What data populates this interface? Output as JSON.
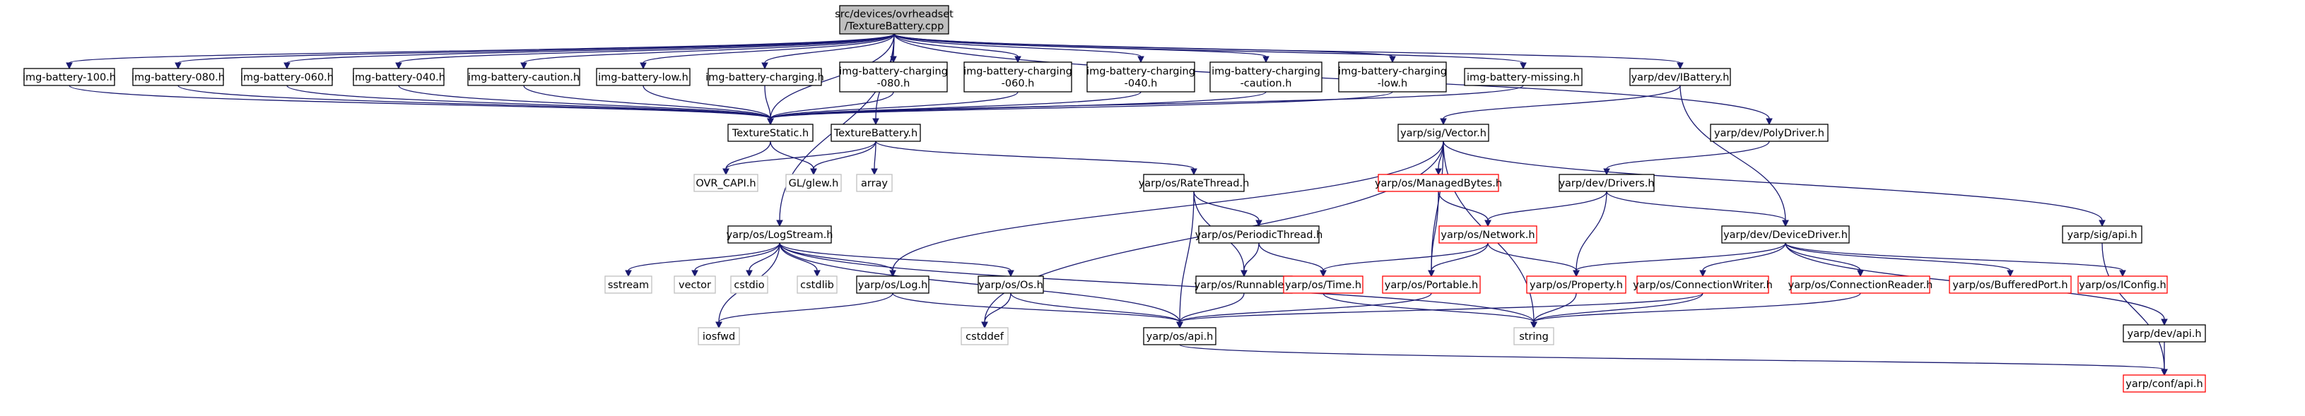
{
  "colors": {
    "edge": "#191970",
    "root_fill": "#bfbfbf",
    "normal_border": "#000000",
    "truncated_border": "#ff0000",
    "system_border": "#bfbfbf",
    "system_text": "#404040"
  },
  "nodes": {
    "root": {
      "lines": [
        "src/devices/ovrheadset",
        "/TextureBattery.cpp"
      ],
      "kind": "root"
    },
    "b100": {
      "lines": [
        "img-battery-100.h"
      ],
      "kind": "normal"
    },
    "b080": {
      "lines": [
        "img-battery-080.h"
      ],
      "kind": "normal"
    },
    "b060": {
      "lines": [
        "img-battery-060.h"
      ],
      "kind": "normal"
    },
    "b040": {
      "lines": [
        "img-battery-040.h"
      ],
      "kind": "normal"
    },
    "bcaution": {
      "lines": [
        "img-battery-caution.h"
      ],
      "kind": "normal"
    },
    "blow": {
      "lines": [
        "img-battery-low.h"
      ],
      "kind": "normal"
    },
    "bcharging": {
      "lines": [
        "img-battery-charging.h"
      ],
      "kind": "normal"
    },
    "bc080": {
      "lines": [
        "img-battery-charging",
        "-080.h"
      ],
      "kind": "normal"
    },
    "bc060": {
      "lines": [
        "img-battery-charging",
        "-060.h"
      ],
      "kind": "normal"
    },
    "bc040": {
      "lines": [
        "img-battery-charging",
        "-040.h"
      ],
      "kind": "normal"
    },
    "bccaution": {
      "lines": [
        "img-battery-charging",
        "-caution.h"
      ],
      "kind": "normal"
    },
    "bclow": {
      "lines": [
        "img-battery-charging",
        "-low.h"
      ],
      "kind": "normal"
    },
    "bmissing": {
      "lines": [
        "img-battery-missing.h"
      ],
      "kind": "normal"
    },
    "ibattery": {
      "lines": [
        "yarp/dev/IBattery.h"
      ],
      "kind": "normal"
    },
    "polydriver": {
      "lines": [
        "yarp/dev/PolyDriver.h"
      ],
      "kind": "normal"
    },
    "texstatic": {
      "lines": [
        "TextureStatic.h"
      ],
      "kind": "normal"
    },
    "texbattery": {
      "lines": [
        "TextureBattery.h"
      ],
      "kind": "normal"
    },
    "vector": {
      "lines": [
        "yarp/sig/Vector.h"
      ],
      "kind": "normal"
    },
    "ovrcapi": {
      "lines": [
        "OVR_CAPI.h"
      ],
      "kind": "system"
    },
    "glew": {
      "lines": [
        "GL/glew.h"
      ],
      "kind": "system"
    },
    "array": {
      "lines": [
        "array"
      ],
      "kind": "system"
    },
    "ratethread": {
      "lines": [
        "yarp/os/RateThread.h"
      ],
      "kind": "normal"
    },
    "managedbytes": {
      "lines": [
        "yarp/os/ManagedBytes.h"
      ],
      "kind": "truncated"
    },
    "drivers": {
      "lines": [
        "yarp/dev/Drivers.h"
      ],
      "kind": "normal"
    },
    "logstream": {
      "lines": [
        "yarp/os/LogStream.h"
      ],
      "kind": "normal"
    },
    "periodicthread": {
      "lines": [
        "yarp/os/PeriodicThread.h"
      ],
      "kind": "normal"
    },
    "network": {
      "lines": [
        "yarp/os/Network.h"
      ],
      "kind": "truncated"
    },
    "devicedriver": {
      "lines": [
        "yarp/dev/DeviceDriver.h"
      ],
      "kind": "normal"
    },
    "sigapi": {
      "lines": [
        "yarp/sig/api.h"
      ],
      "kind": "normal"
    },
    "sstream": {
      "lines": [
        "sstream"
      ],
      "kind": "system"
    },
    "vectorstd": {
      "lines": [
        "vector"
      ],
      "kind": "system"
    },
    "cstdio": {
      "lines": [
        "cstdio"
      ],
      "kind": "system"
    },
    "cstdlib": {
      "lines": [
        "cstdlib"
      ],
      "kind": "system"
    },
    "oslog": {
      "lines": [
        "yarp/os/Log.h"
      ],
      "kind": "normal"
    },
    "osos": {
      "lines": [
        "yarp/os/Os.h"
      ],
      "kind": "normal"
    },
    "runnable": {
      "lines": [
        "yarp/os/Runnable.h"
      ],
      "kind": "normal"
    },
    "ostime": {
      "lines": [
        "yarp/os/Time.h"
      ],
      "kind": "truncated"
    },
    "portable": {
      "lines": [
        "yarp/os/Portable.h"
      ],
      "kind": "truncated"
    },
    "property": {
      "lines": [
        "yarp/os/Property.h"
      ],
      "kind": "truncated"
    },
    "connwriter": {
      "lines": [
        "yarp/os/ConnectionWriter.h"
      ],
      "kind": "truncated"
    },
    "connreader": {
      "lines": [
        "yarp/os/ConnectionReader.h"
      ],
      "kind": "truncated"
    },
    "bufferedport": {
      "lines": [
        "yarp/os/BufferedPort.h"
      ],
      "kind": "truncated"
    },
    "iconfig": {
      "lines": [
        "yarp/os/IConfig.h"
      ],
      "kind": "truncated"
    },
    "devapi": {
      "lines": [
        "yarp/dev/api.h"
      ],
      "kind": "normal"
    },
    "iosfwd": {
      "lines": [
        "iosfwd"
      ],
      "kind": "system"
    },
    "cstddef": {
      "lines": [
        "cstddef"
      ],
      "kind": "system"
    },
    "osapi": {
      "lines": [
        "yarp/os/api.h"
      ],
      "kind": "normal"
    },
    "string": {
      "lines": [
        "string"
      ],
      "kind": "system"
    },
    "confapi": {
      "lines": [
        "yarp/conf/api.h"
      ],
      "kind": "truncated"
    }
  },
  "edges": [
    [
      "root",
      "b100"
    ],
    [
      "root",
      "b080"
    ],
    [
      "root",
      "b060"
    ],
    [
      "root",
      "b040"
    ],
    [
      "root",
      "bcaution"
    ],
    [
      "root",
      "blow"
    ],
    [
      "root",
      "bcharging"
    ],
    [
      "root",
      "bc080"
    ],
    [
      "root",
      "bc060"
    ],
    [
      "root",
      "bc040"
    ],
    [
      "root",
      "bccaution"
    ],
    [
      "root",
      "bclow"
    ],
    [
      "root",
      "bmissing"
    ],
    [
      "root",
      "ibattery"
    ],
    [
      "root",
      "polydriver"
    ],
    [
      "root",
      "texstatic"
    ],
    [
      "root",
      "texbattery"
    ],
    [
      "root",
      "logstream"
    ],
    [
      "b100",
      "texstatic"
    ],
    [
      "b080",
      "texstatic"
    ],
    [
      "b060",
      "texstatic"
    ],
    [
      "b040",
      "texstatic"
    ],
    [
      "bcaution",
      "texstatic"
    ],
    [
      "blow",
      "texstatic"
    ],
    [
      "bcharging",
      "texstatic"
    ],
    [
      "bc080",
      "texstatic"
    ],
    [
      "bc060",
      "texstatic"
    ],
    [
      "bc040",
      "texstatic"
    ],
    [
      "bccaution",
      "texstatic"
    ],
    [
      "bclow",
      "texstatic"
    ],
    [
      "bmissing",
      "texstatic"
    ],
    [
      "texstatic",
      "ovrcapi"
    ],
    [
      "texstatic",
      "glew"
    ],
    [
      "texbattery",
      "ovrcapi"
    ],
    [
      "texbattery",
      "glew"
    ],
    [
      "texbattery",
      "array"
    ],
    [
      "texbattery",
      "ratethread"
    ],
    [
      "ibattery",
      "vector"
    ],
    [
      "ibattery",
      "devicedriver"
    ],
    [
      "polydriver",
      "drivers"
    ],
    [
      "vector",
      "managedbytes"
    ],
    [
      "vector",
      "portable"
    ],
    [
      "vector",
      "string"
    ],
    [
      "vector",
      "sigapi"
    ],
    [
      "vector",
      "oslog"
    ],
    [
      "vector",
      "cstddef"
    ],
    [
      "ratethread",
      "periodicthread"
    ],
    [
      "ratethread",
      "runnable"
    ],
    [
      "ratethread",
      "osapi"
    ],
    [
      "managedbytes",
      "network"
    ],
    [
      "managedbytes",
      "portable"
    ],
    [
      "drivers",
      "network"
    ],
    [
      "drivers",
      "property"
    ],
    [
      "drivers",
      "devicedriver"
    ],
    [
      "logstream",
      "sstream"
    ],
    [
      "logstream",
      "vectorstd"
    ],
    [
      "logstream",
      "cstdio"
    ],
    [
      "logstream",
      "cstdlib"
    ],
    [
      "logstream",
      "oslog"
    ],
    [
      "logstream",
      "osos"
    ],
    [
      "logstream",
      "string"
    ],
    [
      "logstream",
      "iosfwd"
    ],
    [
      "logstream",
      "osapi"
    ],
    [
      "periodicthread",
      "runnable"
    ],
    [
      "periodicthread",
      "ostime"
    ],
    [
      "network",
      "ostime"
    ],
    [
      "network",
      "portable"
    ],
    [
      "network",
      "property"
    ],
    [
      "devicedriver",
      "property"
    ],
    [
      "devicedriver",
      "connwriter"
    ],
    [
      "devicedriver",
      "connreader"
    ],
    [
      "devicedriver",
      "bufferedport"
    ],
    [
      "devicedriver",
      "iconfig"
    ],
    [
      "devicedriver",
      "devapi"
    ],
    [
      "oslog",
      "iosfwd"
    ],
    [
      "oslog",
      "osapi"
    ],
    [
      "osos",
      "cstddef"
    ],
    [
      "osos",
      "osapi"
    ],
    [
      "runnable",
      "osapi"
    ],
    [
      "ostime",
      "string"
    ],
    [
      "portable",
      "osapi"
    ],
    [
      "property",
      "string"
    ],
    [
      "connwriter",
      "osapi"
    ],
    [
      "connwriter",
      "string"
    ],
    [
      "connreader",
      "string"
    ],
    [
      "osapi",
      "confapi"
    ],
    [
      "devapi",
      "confapi"
    ],
    [
      "sigapi",
      "confapi"
    ]
  ]
}
